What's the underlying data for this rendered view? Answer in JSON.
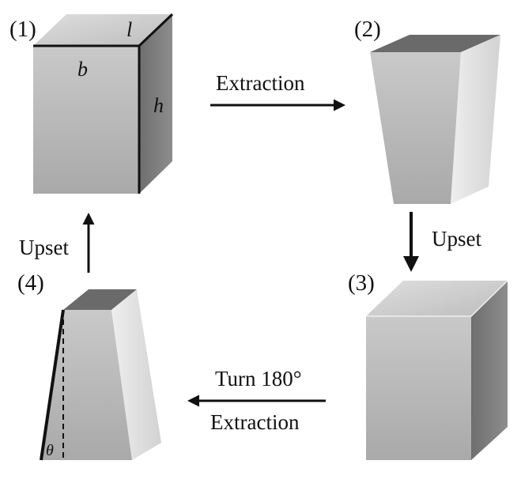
{
  "steps": [
    {
      "number": "(1)"
    },
    {
      "number": "(2)"
    },
    {
      "number": "(3)"
    },
    {
      "number": "(4)"
    }
  ],
  "dimensions": {
    "length": "l",
    "breadth": "b",
    "height": "h",
    "angle": "θ"
  },
  "arrows": {
    "one_to_two": "Extraction",
    "two_to_three": "Upset",
    "three_to_four_line1": "Turn 180°",
    "three_to_four_line2": "Extraction",
    "four_to_one": "Upset"
  }
}
